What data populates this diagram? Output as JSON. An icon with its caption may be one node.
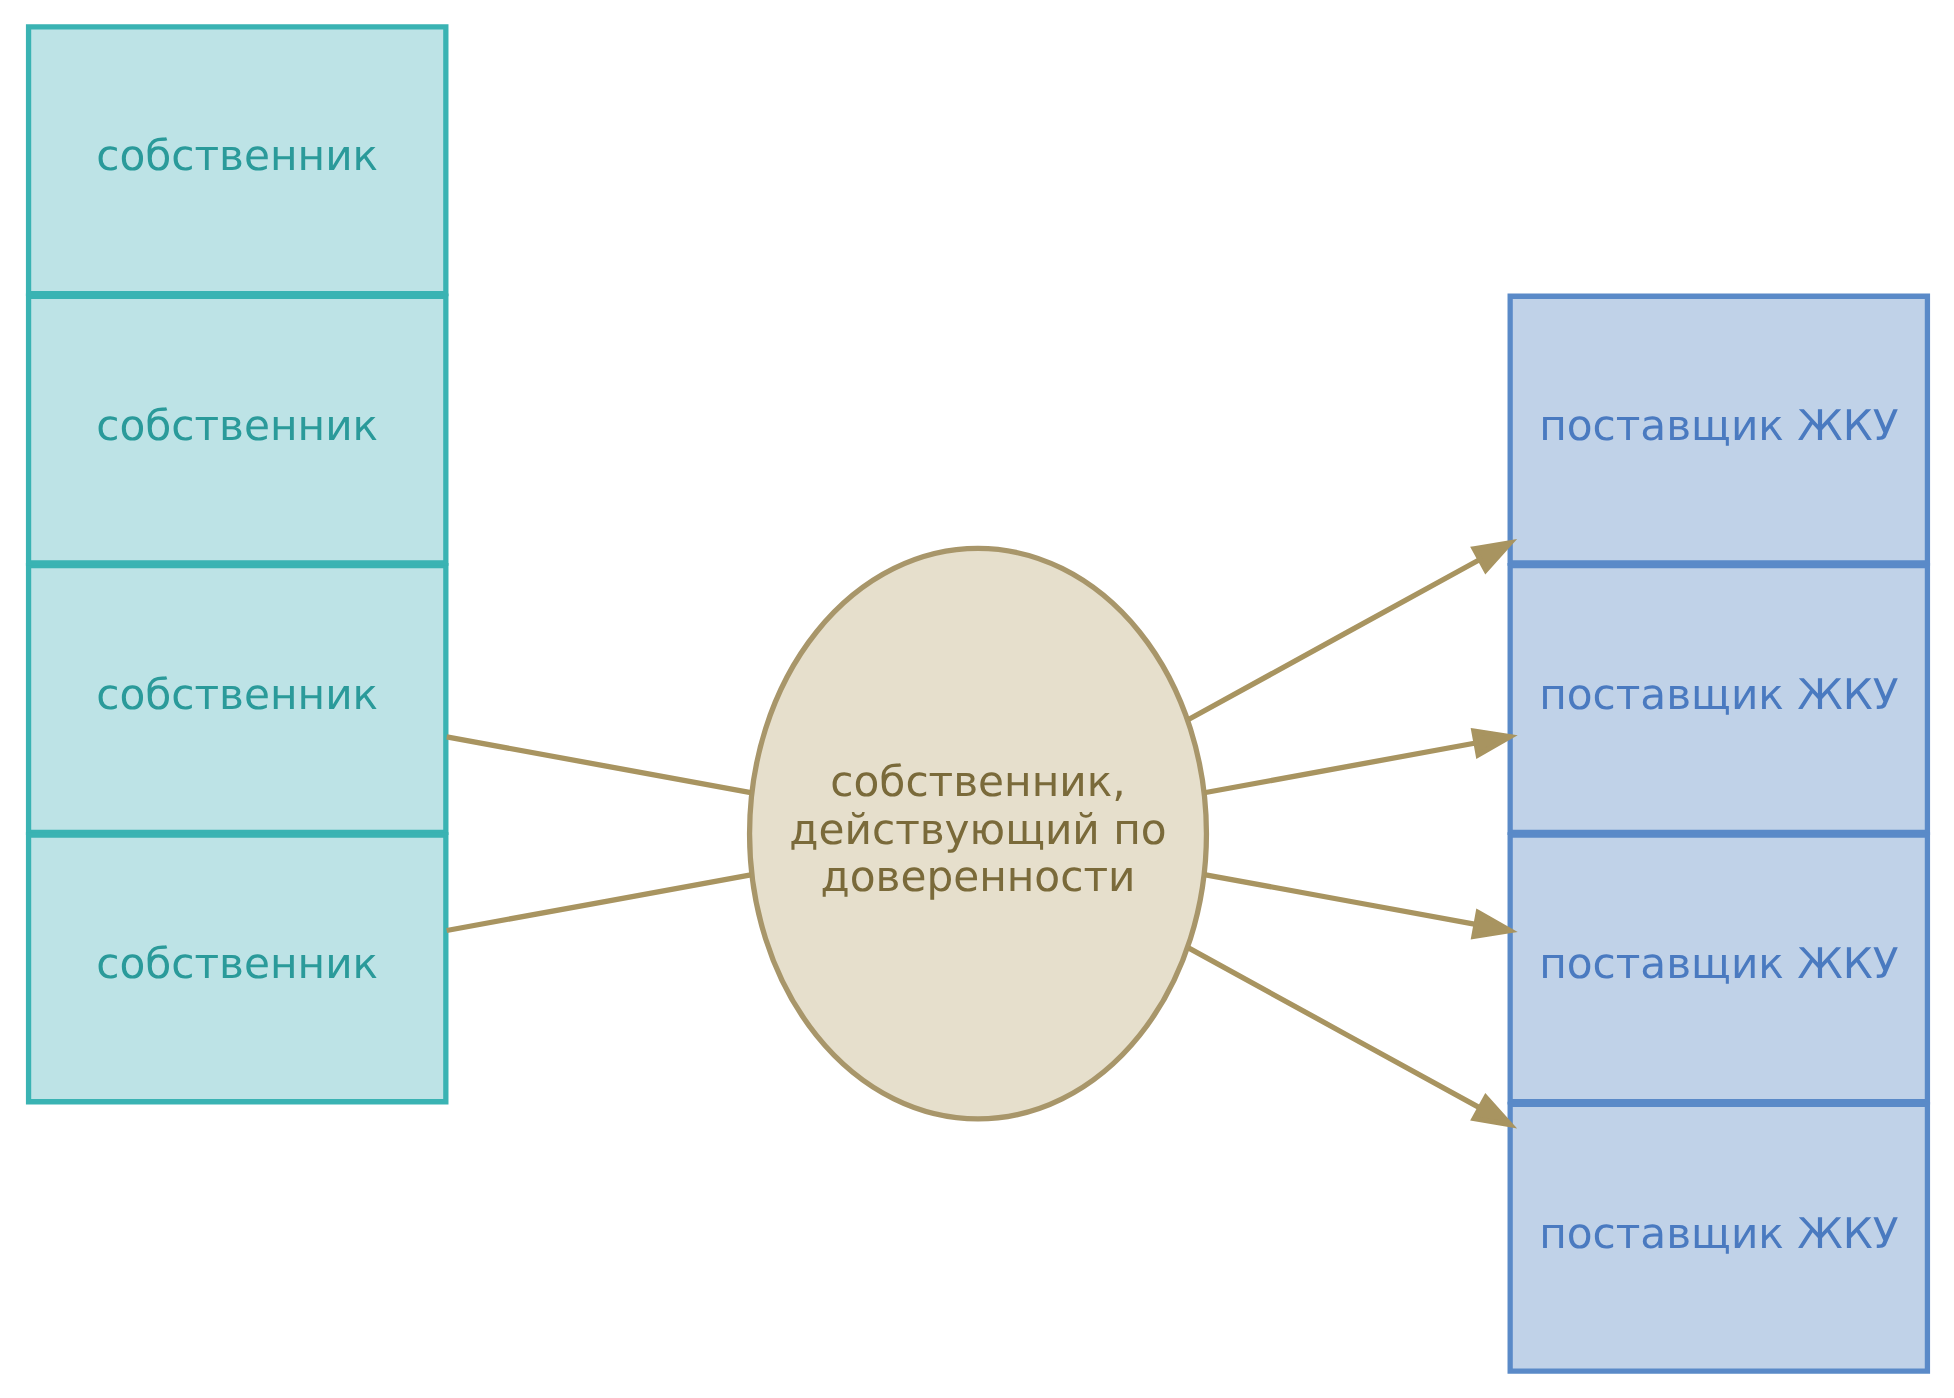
{
  "diagram": {
    "nodes": [
      {
        "text": [
          "собственник"
        ]
      },
      {
        "text": [
          "собственник"
        ]
      },
      {
        "text": [
          "собственник"
        ]
      },
      {
        "text": [
          "собственник"
        ]
      },
      {
        "text": [
          "собственник, действующий по доверенности"
        ]
      },
      {
        "text": [
          "поставщик ЖКУ"
        ]
      },
      {
        "text": [
          "поставщик ЖКУ"
        ]
      },
      {
        "text": [
          "поставщик ЖКУ"
        ]
      },
      {
        "text": [
          "поставщик ЖКУ"
        ]
      }
    ],
    "edges": [
      {
        "from": 0,
        "to": 4,
        "arrow": "none"
      },
      {
        "from": 3,
        "to": 4,
        "arrow": "none"
      },
      {
        "from": 4,
        "to": 5,
        "arrow": "to"
      },
      {
        "from": 4,
        "to": 6,
        "arrow": "to"
      },
      {
        "from": 4,
        "to": 7,
        "arrow": "to"
      },
      {
        "from": 4,
        "to": 8,
        "arrow": "to"
      }
    ]
  }
}
